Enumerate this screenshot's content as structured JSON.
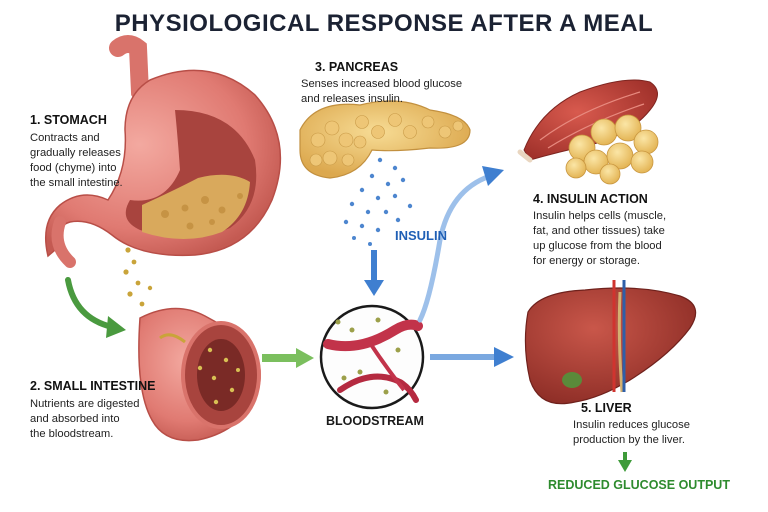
{
  "title": "PHYSIOLOGICAL RESPONSE AFTER A MEAL",
  "steps": {
    "stomach": {
      "heading": "1. STOMACH",
      "lines": [
        "Contracts and",
        "gradually releases",
        "food (chyme) into",
        "the small intestine."
      ]
    },
    "small_intestine": {
      "heading": "2. SMALL INTESTINE",
      "lines": [
        "Nutrients are digested",
        "and absorbed into",
        "the bloodstream."
      ]
    },
    "pancreas": {
      "heading": "3. PANCREAS",
      "lines": [
        "Senses increased blood glucose",
        "and releases insulin."
      ]
    },
    "insulin_action": {
      "heading": "4. INSULIN ACTION",
      "lines": [
        "Insulin helps cells (muscle,",
        "fat, and other tissues) take",
        "up glucose from the blood",
        "for energy or storage."
      ]
    },
    "liver": {
      "heading": "5. LIVER",
      "lines": [
        "Insulin reduces glucose",
        "production by the liver."
      ]
    }
  },
  "labels": {
    "insulin": "INSULIN",
    "bloodstream": "BLOODSTREAM",
    "reduced_output": "REDUCED GLUCOSE OUTPUT"
  },
  "colors": {
    "title": "#1b2233",
    "insulin_label": "#1f5fb5",
    "arrow_blue": "#3f7fd0",
    "arrow_green": "#4a9a3f",
    "reduced_output_label": "#2e8b2e"
  }
}
